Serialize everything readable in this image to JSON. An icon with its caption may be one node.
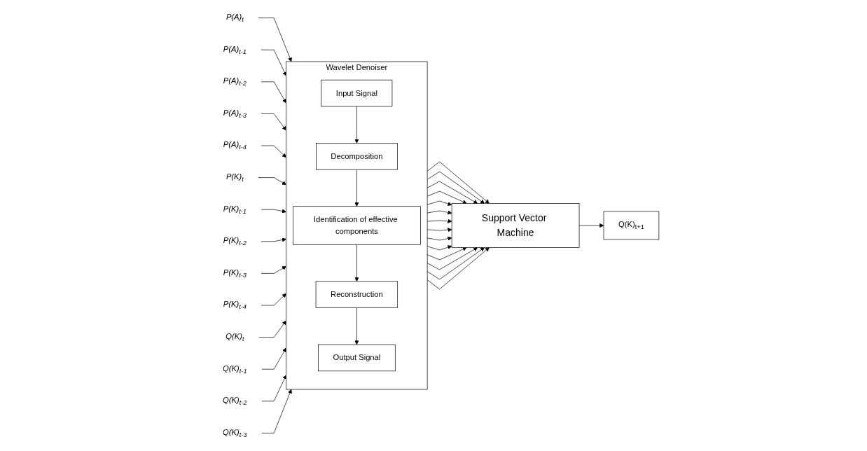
{
  "diagram": {
    "nodes": [
      {
        "text": [
          "P(A)$_{t}$"
        ]
      },
      {
        "text": [
          "P(A)$_{t-1}$"
        ]
      },
      {
        "text": [
          "P(A)$_{t-2}$"
        ]
      },
      {
        "text": [
          "P(A)$_{t-3}$"
        ]
      },
      {
        "text": [
          "P(A)$_{t-4}$"
        ]
      },
      {
        "text": [
          "P(K)$_{t}$"
        ]
      },
      {
        "text": [
          "P(K)$_{t-1}$"
        ]
      },
      {
        "text": [
          "P(K)$_{t-2}$"
        ]
      },
      {
        "text": [
          "P(K)$_{t-3}$"
        ]
      },
      {
        "text": [
          "P(K)$_{t-4}$"
        ]
      },
      {
        "text": [
          "Q(K)$_{t}$"
        ]
      },
      {
        "text": [
          "Q(K)$_{t-1}$"
        ]
      },
      {
        "text": [
          "Q(K)$_{t-2}$"
        ]
      },
      {
        "text": [
          "Q(K)$_{t-3}$"
        ]
      },
      {
        "text": [
          "Wavelet Denoiser"
        ]
      },
      {
        "text": [
          "Input Signal"
        ],
        "in": 14
      },
      {
        "text": [
          "Decomposition"
        ],
        "in": 14
      },
      {
        "text": [
          "Identification of effective components"
        ],
        "in": 14
      },
      {
        "text": [
          "Reconstruction"
        ],
        "in": 14
      },
      {
        "text": [
          "Output Signal"
        ],
        "in": 14
      },
      {
        "text": [
          "Support Vector Machine"
        ]
      },
      {
        "text": [
          "Q(K)$_{t+1}$"
        ]
      }
    ],
    "edges": [
      {
        "from": 0,
        "to": 14,
        "arrow": "to"
      },
      {
        "from": 1,
        "to": 14,
        "arrow": "to"
      },
      {
        "from": 2,
        "to": 14,
        "arrow": "to"
      },
      {
        "from": 3,
        "to": 14,
        "arrow": "to"
      },
      {
        "from": 4,
        "to": 14,
        "arrow": "to"
      },
      {
        "from": 5,
        "to": 14,
        "arrow": "to"
      },
      {
        "from": 6,
        "to": 14,
        "arrow": "to"
      },
      {
        "from": 7,
        "to": 14,
        "arrow": "to"
      },
      {
        "from": 8,
        "to": 14,
        "arrow": "to"
      },
      {
        "from": 9,
        "to": 14,
        "arrow": "to"
      },
      {
        "from": 10,
        "to": 14,
        "arrow": "to"
      },
      {
        "from": 11,
        "to": 14,
        "arrow": "to"
      },
      {
        "from": 12,
        "to": 14,
        "arrow": "to"
      },
      {
        "from": 13,
        "to": 14,
        "arrow": "to"
      },
      {
        "from": 15,
        "to": 16,
        "arrow": "to"
      },
      {
        "from": 16,
        "to": 17,
        "arrow": "to"
      },
      {
        "from": 17,
        "to": 18,
        "arrow": "to"
      },
      {
        "from": 18,
        "to": 19,
        "arrow": "to"
      },
      {
        "from": 14,
        "to": 20,
        "arrow": "to"
      },
      {
        "from": 14,
        "to": 20,
        "arrow": "to"
      },
      {
        "from": 14,
        "to": 20,
        "arrow": "to"
      },
      {
        "from": 14,
        "to": 20,
        "arrow": "to"
      },
      {
        "from": 14,
        "to": 20,
        "arrow": "to"
      },
      {
        "from": 14,
        "to": 20,
        "arrow": "to"
      },
      {
        "from": 14,
        "to": 20,
        "arrow": "to"
      },
      {
        "from": 14,
        "to": 20,
        "arrow": "to"
      },
      {
        "from": 14,
        "to": 20,
        "arrow": "to"
      },
      {
        "from": 14,
        "to": 20,
        "arrow": "to"
      },
      {
        "from": 14,
        "to": 20,
        "arrow": "to"
      },
      {
        "from": 14,
        "to": 20,
        "arrow": "to"
      },
      {
        "from": 14,
        "to": 20,
        "arrow": "to"
      },
      {
        "from": 14,
        "to": 20,
        "arrow": "to"
      },
      {
        "from": 20,
        "to": 21,
        "arrow": "to"
      }
    ]
  }
}
